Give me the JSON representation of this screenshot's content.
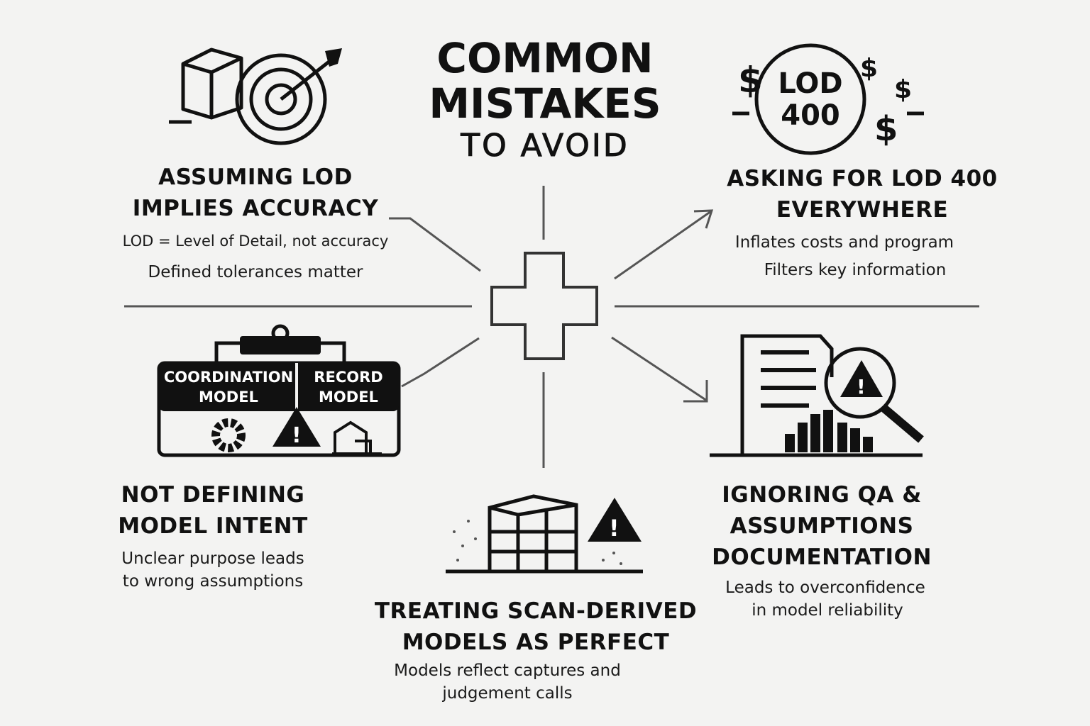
{
  "title": {
    "line1": "COMMON",
    "line2": "MISTAKES",
    "line3": "TO AVOID"
  },
  "mistakes": [
    {
      "heading1": "ASSUMING LOD",
      "heading2": "IMPLIES ACCURACY",
      "text1": "LOD = Level of Detail, not accuracy",
      "text2": "Defined tolerances matter",
      "icon": "box-target-icon"
    },
    {
      "heading1": "ASKING FOR LOD 400",
      "heading2": "EVERYWHERE",
      "text1": "Inflates costs and program",
      "text2": "Filters key information",
      "icon": "lod-400-cost-icon",
      "icon_label1": "LOD",
      "icon_label2": "400"
    },
    {
      "heading1": "NOT DEFINING",
      "heading2": "MODEL INTENT",
      "text1": "Unclear purpose leads",
      "text2": "to wrong assumptions",
      "icon": "clipboard-models-icon",
      "icon_label1": "COORDINATION",
      "icon_label2": "MODEL",
      "icon_label3": "RECORD",
      "icon_label4": "MODEL"
    },
    {
      "heading1": "TREATING SCAN-DERIVED",
      "heading2": "MODELS AS PERFECT",
      "text1": "Models reflect captures and",
      "text2": "judgement calls",
      "icon": "scan-building-warning-icon"
    },
    {
      "heading1": "IGNORING QA &",
      "heading2": "ASSUMPTIONS",
      "heading3": "DOCUMENTATION",
      "text1": "Leads to overconfidence",
      "text2": "in model reliability",
      "icon": "document-magnifier-warning-icon"
    }
  ],
  "colors": {
    "background": "#f3f3f2",
    "ink": "#111111",
    "lines": "#555555"
  }
}
